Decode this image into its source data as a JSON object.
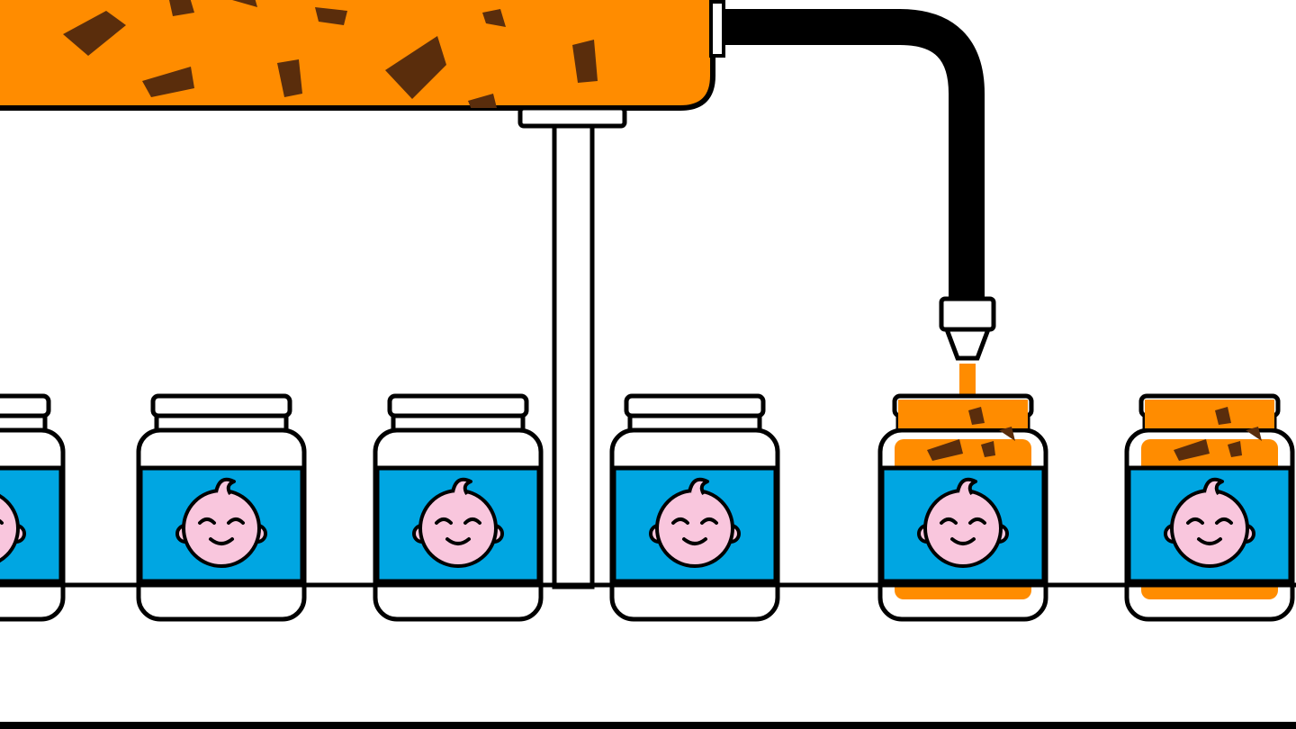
{
  "scene": {
    "description_elements": [
      "hopper-tank",
      "support-column",
      "feed-hose",
      "dispenser-nozzle",
      "conveyor-belt",
      "floor-line"
    ],
    "jars": [
      {
        "state": "empty",
        "label": "baby-face-label"
      },
      {
        "state": "empty",
        "label": "baby-face-label"
      },
      {
        "state": "empty",
        "label": "baby-face-label"
      },
      {
        "state": "empty",
        "label": "baby-face-label"
      },
      {
        "state": "filling",
        "label": "baby-face-label"
      },
      {
        "state": "full",
        "label": "baby-face-label"
      }
    ]
  },
  "colors": {
    "food": "#ff8c00",
    "food_chunks": "#5a2d0c",
    "label": "#00a6e2",
    "face": "#f9c6dd",
    "outline": "#000000",
    "background": "#ffffff"
  },
  "icons": [
    "baby-face-icon",
    "nozzle-icon",
    "hose-icon"
  ]
}
